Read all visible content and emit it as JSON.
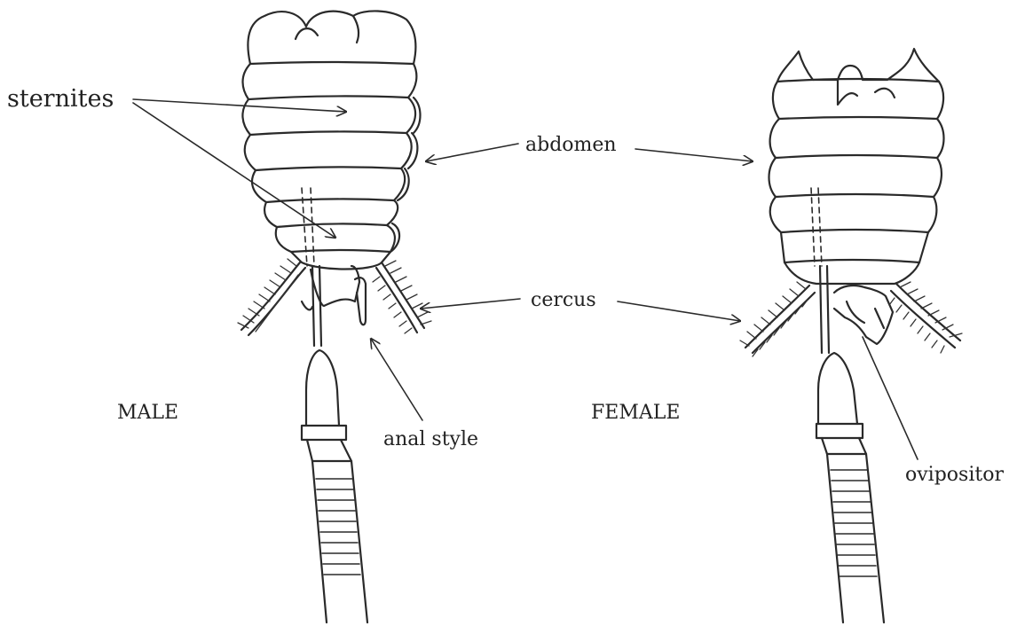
{
  "labels": {
    "sternites": "sternites",
    "abdomen": "abdomen",
    "cercus": "cercus",
    "male": "MALE",
    "female": "FEMALE",
    "anal_style": "anal style",
    "ovipositor": "ovipositor"
  },
  "colors": {
    "ink": "#2a2a2a",
    "background": "#ffffff"
  }
}
